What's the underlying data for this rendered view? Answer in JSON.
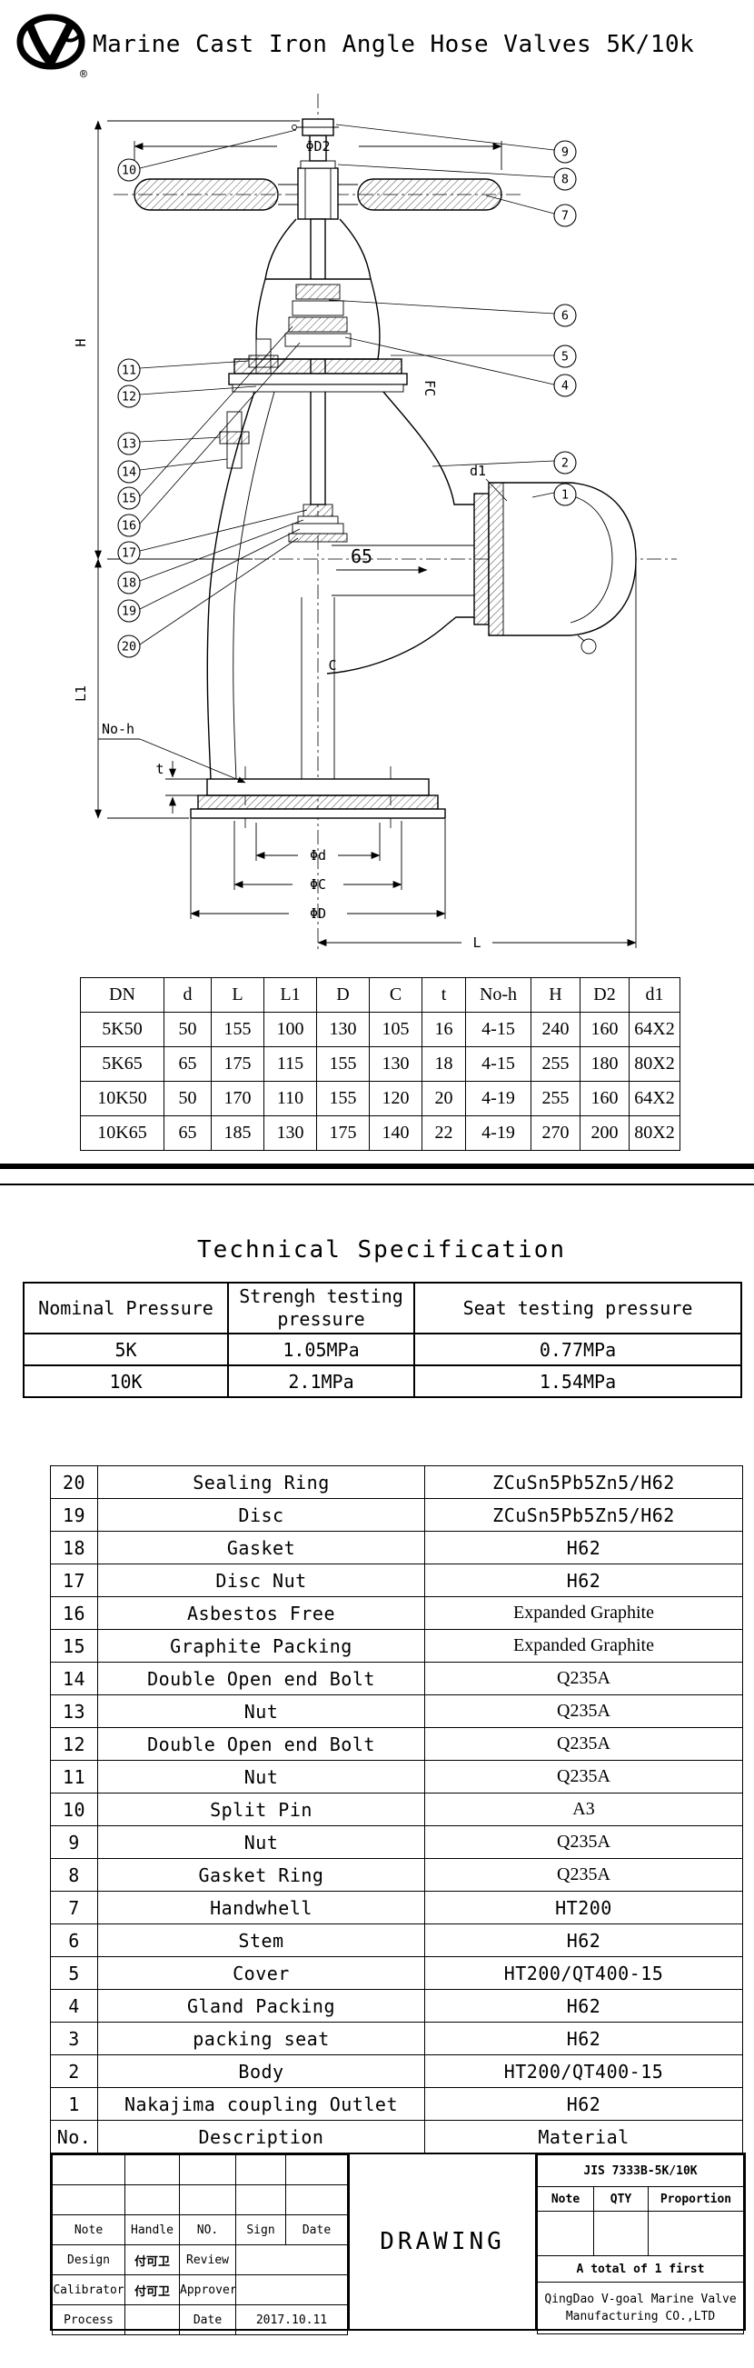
{
  "header": {
    "title": "Marine Cast Iron Angle Hose Valves 5K/10k",
    "registered_mark": "®"
  },
  "drawing": {
    "labels": {
      "phi_d2": "ΦD2",
      "h": "H",
      "l1": "L1",
      "no_h": "No-h",
      "t": "t",
      "phi_d": "Φd",
      "phi_c": "ΦC",
      "phi_d_cap": "ΦD",
      "l": "L",
      "bore": "65",
      "c": "C",
      "fc": "FC",
      "d1": "d1"
    },
    "callouts": [
      "1",
      "2",
      "4",
      "5",
      "6",
      "7",
      "8",
      "9",
      "10",
      "11",
      "12",
      "13",
      "14",
      "15",
      "16",
      "17",
      "18",
      "19",
      "20"
    ]
  },
  "dim_table": {
    "headers": [
      "DN",
      "d",
      "L",
      "L1",
      "D",
      "C",
      "t",
      "No-h",
      "H",
      "D2",
      "d1"
    ],
    "rows": [
      [
        "5K50",
        "50",
        "155",
        "100",
        "130",
        "105",
        "16",
        "4-15",
        "240",
        "160",
        "64X2"
      ],
      [
        "5K65",
        "65",
        "175",
        "115",
        "155",
        "130",
        "18",
        "4-15",
        "255",
        "180",
        "80X2"
      ],
      [
        "10K50",
        "50",
        "170",
        "110",
        "155",
        "120",
        "20",
        "4-19",
        "255",
        "160",
        "64X2"
      ],
      [
        "10K65",
        "65",
        "185",
        "130",
        "175",
        "140",
        "22",
        "4-19",
        "270",
        "200",
        "80X2"
      ]
    ]
  },
  "spec": {
    "title": "Technical Specification",
    "headers": [
      "Nominal Pressure",
      "Strengh testing pressure",
      "Seat testing pressure"
    ],
    "rows": [
      [
        "5K",
        "1.05MPa",
        "0.77MPa"
      ],
      [
        "10K",
        "2.1MPa",
        "1.54MPa"
      ]
    ]
  },
  "parts": {
    "footer": {
      "no": "No.",
      "desc": "Description",
      "material": "Material"
    },
    "rows": [
      {
        "no": "20",
        "desc": "Sealing Ring",
        "material": "ZCuSn5Pb5Zn5/H62"
      },
      {
        "no": "19",
        "desc": "Disc",
        "material": "ZCuSn5Pb5Zn5/H62"
      },
      {
        "no": "18",
        "desc": "Gasket",
        "material": "H62"
      },
      {
        "no": "17",
        "desc": "Disc Nut",
        "material": "H62"
      },
      {
        "no": "16",
        "desc": "Asbestos Free",
        "material": "Expanded Graphite"
      },
      {
        "no": "15",
        "desc": "Graphite Packing",
        "material": "Expanded Graphite"
      },
      {
        "no": "14",
        "desc": "Double Open end Bolt",
        "material": "Q235A"
      },
      {
        "no": "13",
        "desc": "Nut",
        "material": "Q235A"
      },
      {
        "no": "12",
        "desc": "Double Open end Bolt",
        "material": "Q235A"
      },
      {
        "no": "11",
        "desc": "Nut",
        "material": "Q235A"
      },
      {
        "no": "10",
        "desc": "Split Pin",
        "material": "A3"
      },
      {
        "no": "9",
        "desc": "Nut",
        "material": "Q235A"
      },
      {
        "no": "8",
        "desc": "Gasket Ring",
        "material": "Q235A"
      },
      {
        "no": "7",
        "desc": "Handwhell",
        "material": "HT200"
      },
      {
        "no": "6",
        "desc": "Stem",
        "material": "H62"
      },
      {
        "no": "5",
        "desc": "Cover",
        "material": "HT200/QT400-15"
      },
      {
        "no": "4",
        "desc": "Gland Packing",
        "material": "H62"
      },
      {
        "no": "3",
        "desc": "packing seat",
        "material": "H62"
      },
      {
        "no": "2",
        "desc": "Body",
        "material": "HT200/QT400-15"
      },
      {
        "no": "1",
        "desc": "Nakajima coupling Outlet",
        "material": "H62"
      }
    ]
  },
  "title_block": {
    "jis": "JIS 7333B-5K/10K",
    "note": "Note",
    "qty": "QTY",
    "proportion": "Proportion",
    "total": "A total of 1 first",
    "company_line1": "QingDao V-goal Marine Valve",
    "company_line2": "Manufacturing CO.,LTD",
    "drawing": "DRAWING",
    "col_note": "Note",
    "col_handle": "Handle",
    "col_no": "NO.",
    "col_sign": "Sign",
    "col_date": "Date",
    "design": "Design",
    "review": "Review",
    "calibrator": "Calibrator",
    "approver": "Approver",
    "process": "Process",
    "date_label": "Date",
    "date": "2017.10.11",
    "design_sign": "付可卫",
    "calibrator_sign": "付可卫"
  }
}
